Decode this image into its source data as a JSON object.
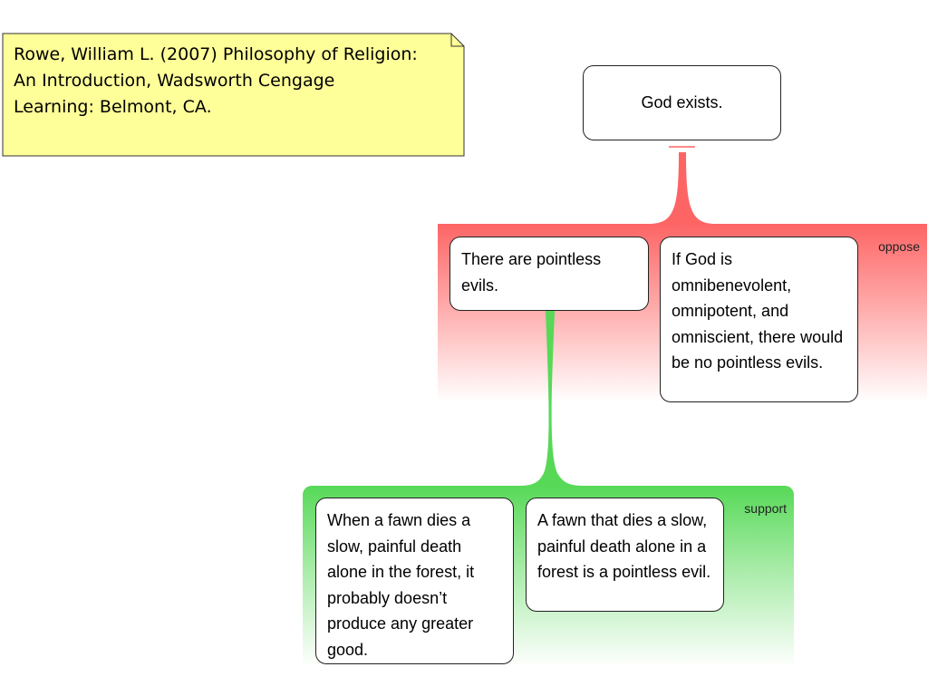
{
  "note": {
    "text": "Rowe, William L. (2007) Philosophy of Religion:\nAn Introduction, Wadsworth Cengage\nLearning: Belmont, CA."
  },
  "claim": {
    "text": "God exists."
  },
  "oppose_group": {
    "label": "oppose",
    "color": "#fd6565",
    "premises": [
      {
        "text": "There are pointless evils."
      },
      {
        "text": "If God is omnibenevolent, omnipotent, and omniscient, there would be no pointless evils."
      }
    ]
  },
  "support_group": {
    "label": "support",
    "color": "#57d957",
    "premises": [
      {
        "text": "When a fawn dies a slow, painful death alone in the forest, it probably doesn’t produce any greater good."
      },
      {
        "text": "A fawn that dies a slow, painful death alone in a forest is a pointless evil."
      }
    ]
  }
}
